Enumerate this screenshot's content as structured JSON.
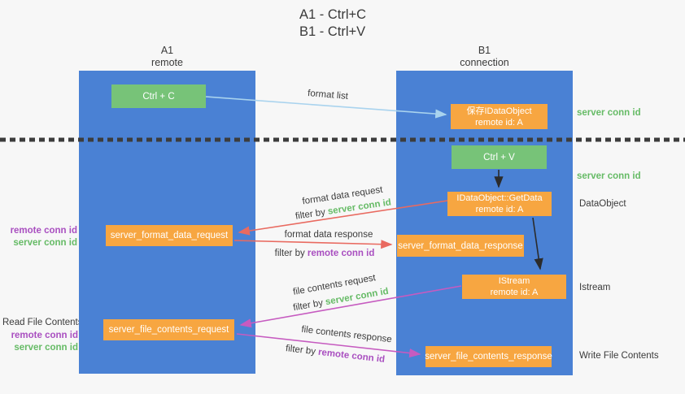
{
  "title": {
    "line1": "A1 - Ctrl+C",
    "line2": "B1 - Ctrl+V"
  },
  "columns": [
    {
      "name": "A1",
      "subtitle": "remote"
    },
    {
      "name": "B1",
      "subtitle": "connection"
    }
  ],
  "nodes": {
    "ctrl_c": {
      "label": "Ctrl + C"
    },
    "save_dataobject": {
      "line1": "保存IDataObject",
      "line2": "remote id: A"
    },
    "ctrl_v": {
      "label": "Ctrl + V"
    },
    "getdata": {
      "line1": "IDataObject::GetData",
      "line2": "remote id: A"
    },
    "format_request": {
      "label": "server_format_data_request"
    },
    "format_response": {
      "label": "server_format_data_response"
    },
    "istream": {
      "line1": "IStream",
      "line2": "remote id: A"
    },
    "file_request": {
      "label": "server_file_contents_request"
    },
    "file_response": {
      "label": "server_file_contents_response"
    }
  },
  "side_labels": {
    "server_conn_id_top": "server conn id",
    "server_conn_id_mid": "server conn id",
    "dataobject": "DataObject",
    "istream": "Istream",
    "write_file_contents": "Write File Contents",
    "read_file_contents": "Read File Contents",
    "format_remote_conn_id": "remote conn id",
    "format_server_conn_id": "server conn id",
    "file_remote_conn_id": "remote conn id",
    "file_server_conn_id": "server conn id"
  },
  "edge_labels": {
    "format_list": "format list",
    "format_data_request": "format data request",
    "format_request_filter_prefix": "filter by ",
    "format_request_filter_key": "server conn id",
    "format_data_response": "format data response",
    "format_response_filter_prefix": "filter by ",
    "format_response_filter_key": "remote conn id",
    "file_contents_request": "file contents request",
    "file_request_filter_prefix": "filter by ",
    "file_request_filter_key": "server conn id",
    "file_contents_response": "file contents response",
    "file_response_filter_prefix": "filter by ",
    "file_response_filter_key": "remote conn id"
  },
  "colors": {
    "background": "#f7f7f7",
    "panel_blue": "#4a81d4",
    "node_green": "#77c378",
    "node_orange": "#f7a641",
    "accent_green": "#66bb66",
    "accent_purple": "#a94fc0",
    "arrow_red": "#e96a60",
    "arrow_magenta": "#c65bc0",
    "arrow_lightblue": "#a9d3ee",
    "arrow_black": "#2b2b2b",
    "dotted_line": "#3c3c3c"
  }
}
